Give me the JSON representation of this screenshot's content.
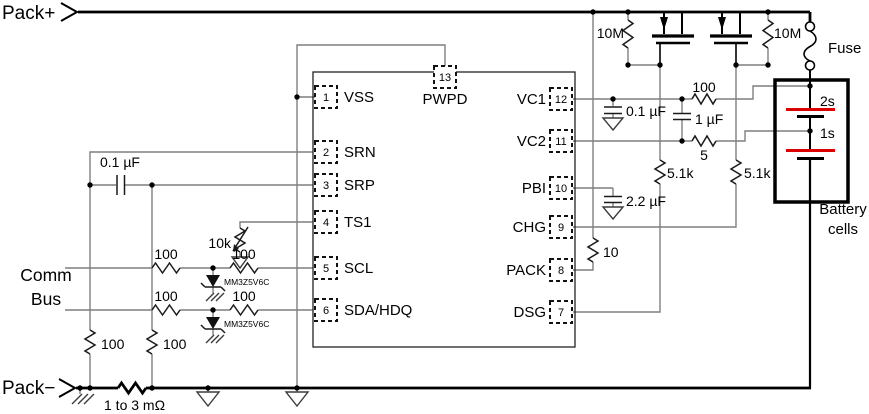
{
  "labels": {
    "pack_plus": "Pack+",
    "pack_minus": "Pack−",
    "comm": "Comm",
    "bus": "Bus",
    "fuse": "Fuse",
    "battery_line1": "Battery",
    "battery_line2": "cells"
  },
  "battery": {
    "cell_top": "2s",
    "cell_bottom": "1s"
  },
  "ic": {
    "pin_top": {
      "num": "13",
      "name": "PWPD"
    },
    "pins_left": [
      {
        "num": "1",
        "name": "VSS"
      },
      {
        "num": "2",
        "name": "SRN"
      },
      {
        "num": "3",
        "name": "SRP"
      },
      {
        "num": "4",
        "name": "TS1"
      },
      {
        "num": "5",
        "name": "SCL"
      },
      {
        "num": "6",
        "name": "SDA/HDQ"
      }
    ],
    "pins_right": [
      {
        "num": "12",
        "name": "VC1"
      },
      {
        "num": "11",
        "name": "VC2"
      },
      {
        "num": "10",
        "name": "PBI"
      },
      {
        "num": "9",
        "name": "CHG"
      },
      {
        "num": "8",
        "name": "PACK"
      },
      {
        "num": "7",
        "name": "DSG"
      }
    ]
  },
  "components": {
    "r_10m_left": "10M",
    "r_10m_right": "10M",
    "r_vc1": "100",
    "r_vc2": "5",
    "c_vc1": "0.1 µF",
    "c_vc1_vc2": "1 µF",
    "c_pbi": "2.2 µF",
    "r_dsg": "5.1k",
    "r_chg": "5.1k",
    "r_pack": "10",
    "c_sense": "0.1 µF",
    "r_sense": "1 to 3 mΩ",
    "r_ts": "10k",
    "r_scl_a": "100",
    "r_scl_b": "100",
    "r_sda_a": "100",
    "r_sda_b": "100",
    "r_pull_left": "100",
    "r_pull_right": "100",
    "d_scl": "MM3Z5V6C",
    "d_sda": "MM3Z5V6C"
  },
  "colors": {
    "wire": "#7f7f7f",
    "ink": "#000000",
    "cell_plus": "#dd0000"
  }
}
